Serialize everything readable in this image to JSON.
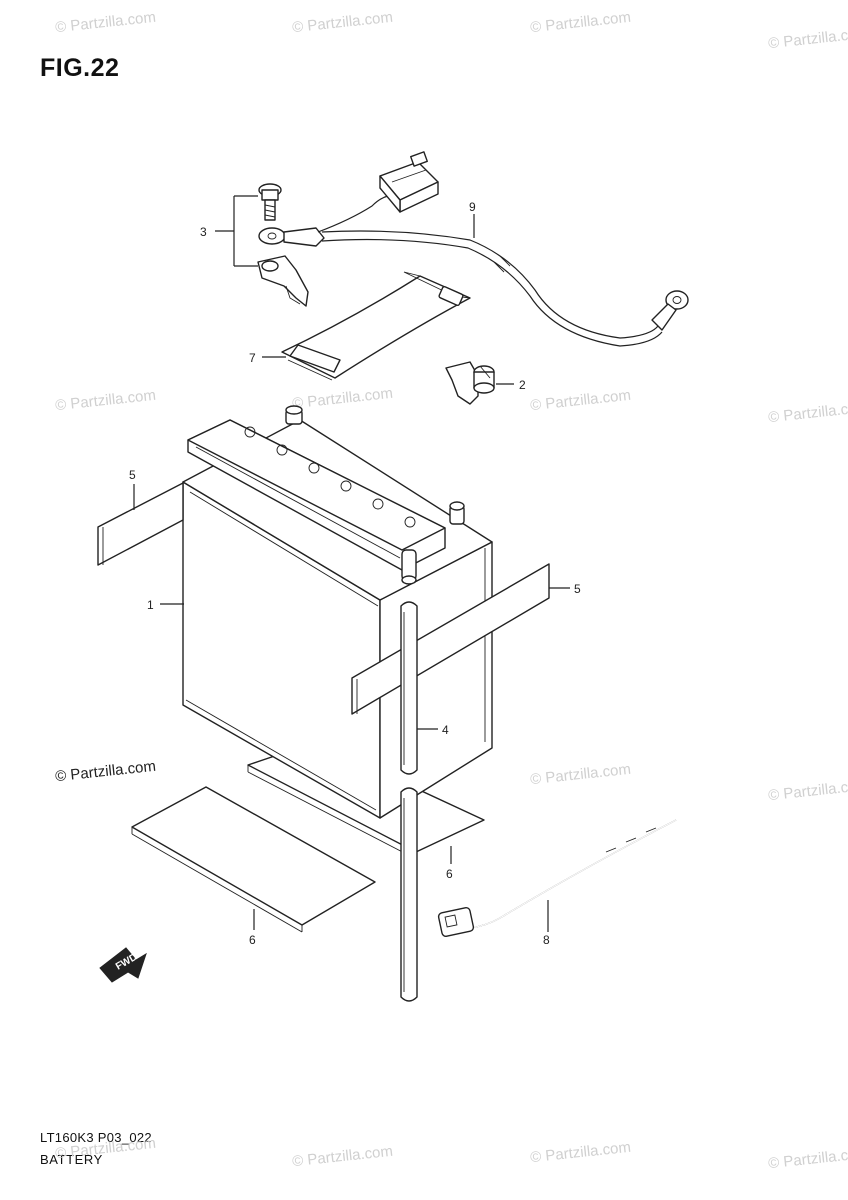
{
  "figure": {
    "title": "FIG.22"
  },
  "footer": {
    "model_code": "LT160K3 P03_022",
    "section_name": "BATTERY"
  },
  "watermark": {
    "text": "© Partzilla.com",
    "main_text": "© Partzilla.com"
  },
  "callouts": [
    {
      "id": "c1",
      "label": "1"
    },
    {
      "id": "c2",
      "label": "2"
    },
    {
      "id": "c3",
      "label": "3"
    },
    {
      "id": "c4",
      "label": "4"
    },
    {
      "id": "c5a",
      "label": "5"
    },
    {
      "id": "c5b",
      "label": "5"
    },
    {
      "id": "c6a",
      "label": "6"
    },
    {
      "id": "c6b",
      "label": "6"
    },
    {
      "id": "c7",
      "label": "7"
    },
    {
      "id": "c8",
      "label": "8"
    },
    {
      "id": "c9",
      "label": "9"
    }
  ],
  "arrow": {
    "label": "FWD"
  }
}
